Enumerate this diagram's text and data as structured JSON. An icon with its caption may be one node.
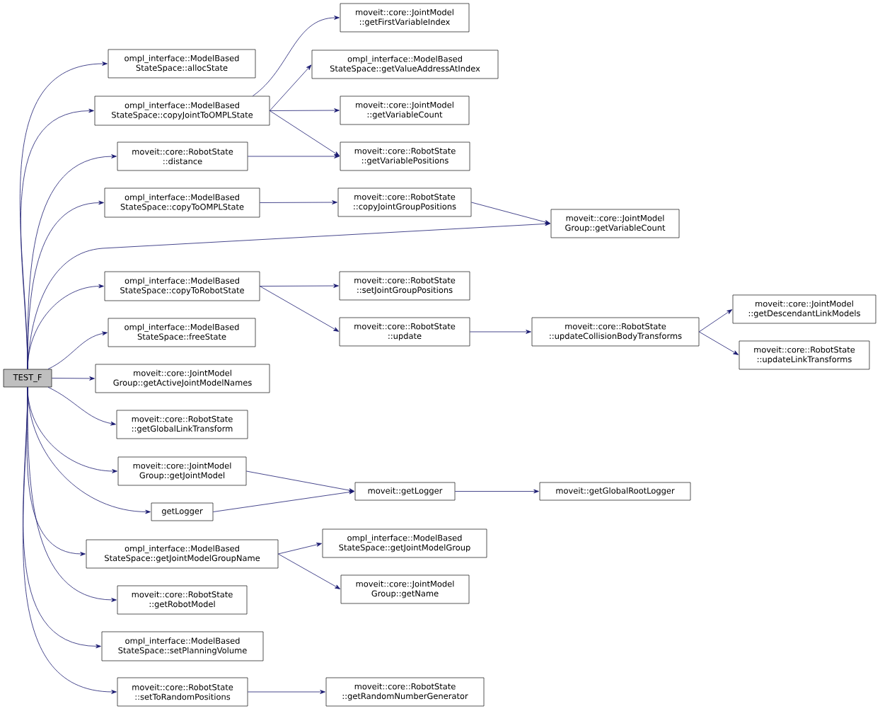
{
  "diagram": {
    "nodes": [
      {
        "text": [
          "TEST_F"
        ]
      },
      {
        "text": [
          "ompl_interface::ModelBased StateSpace::allocState"
        ]
      },
      {
        "text": [
          "ompl_interface::ModelBased StateSpace::copyJointToOMPLState"
        ]
      },
      {
        "text": [
          "moveit::core::RobotState ::distance"
        ]
      },
      {
        "text": [
          "ompl_interface::ModelBased StateSpace::copyToOMPLState"
        ]
      },
      {
        "text": [
          "ompl_interface::ModelBased StateSpace::copyToRobotState"
        ]
      },
      {
        "text": [
          "ompl_interface::ModelBased StateSpace::freeState"
        ]
      },
      {
        "text": [
          "moveit::core::JointModel Group::getActiveJointModelNames"
        ]
      },
      {
        "text": [
          "moveit::core::RobotState ::getGlobalLinkTransform"
        ]
      },
      {
        "text": [
          "moveit::core::JointModel Group::getJointModel"
        ]
      },
      {
        "text": [
          "getLogger"
        ]
      },
      {
        "text": [
          "ompl_interface::ModelBased StateSpace::getJointModelGroupName"
        ]
      },
      {
        "text": [
          "moveit::core::RobotState ::getRobotModel"
        ]
      },
      {
        "text": [
          "ompl_interface::ModelBased StateSpace::setPlanningVolume"
        ]
      },
      {
        "text": [
          "moveit::core::RobotState ::setToRandomPositions"
        ]
      },
      {
        "text": [
          "moveit::core::JointModel ::getFirstVariableIndex"
        ]
      },
      {
        "text": [
          "ompl_interface::ModelBased StateSpace::getValueAddressAtIndex"
        ]
      },
      {
        "text": [
          "moveit::core::JointModel ::getVariableCount"
        ]
      },
      {
        "text": [
          "moveit::core::RobotState ::getVariablePositions"
        ]
      },
      {
        "text": [
          "moveit::core::RobotState ::copyJointGroupPositions"
        ]
      },
      {
        "text": [
          "moveit::core::JointModel Group::getVariableCount"
        ]
      },
      {
        "text": [
          "moveit::core::RobotState ::setJointGroupPositions"
        ]
      },
      {
        "text": [
          "moveit::core::RobotState ::update"
        ]
      },
      {
        "text": [
          "moveit::core::RobotState ::updateCollisionBodyTransforms"
        ]
      },
      {
        "text": [
          "moveit::core::JointModel ::getDescendantLinkModels"
        ]
      },
      {
        "text": [
          "moveit::core::RobotState ::updateLinkTransforms"
        ]
      },
      {
        "text": [
          "moveit::getLogger"
        ]
      },
      {
        "text": [
          "moveit::getGlobalRootLogger"
        ]
      },
      {
        "text": [
          "ompl_interface::ModelBased StateSpace::getJointModelGroup"
        ]
      },
      {
        "text": [
          "moveit::core::JointModel Group::getName"
        ]
      },
      {
        "text": [
          "moveit::core::RobotState ::getRandomNumberGenerator"
        ]
      }
    ],
    "edges": [
      {
        "from": 0,
        "to": 1,
        "arrow": "to"
      },
      {
        "from": 0,
        "to": 2,
        "arrow": "to"
      },
      {
        "from": 0,
        "to": 3,
        "arrow": "to"
      },
      {
        "from": 0,
        "to": 4,
        "arrow": "to"
      },
      {
        "from": 0,
        "to": 5,
        "arrow": "to"
      },
      {
        "from": 0,
        "to": 6,
        "arrow": "to"
      },
      {
        "from": 0,
        "to": 7,
        "arrow": "to"
      },
      {
        "from": 0,
        "to": 8,
        "arrow": "to"
      },
      {
        "from": 0,
        "to": 9,
        "arrow": "to"
      },
      {
        "from": 0,
        "to": 10,
        "arrow": "to"
      },
      {
        "from": 0,
        "to": 11,
        "arrow": "to"
      },
      {
        "from": 0,
        "to": 12,
        "arrow": "to"
      },
      {
        "from": 0,
        "to": 13,
        "arrow": "to"
      },
      {
        "from": 0,
        "to": 14,
        "arrow": "to"
      },
      {
        "from": 0,
        "to": 20,
        "arrow": "to"
      },
      {
        "from": 2,
        "to": 15,
        "arrow": "to"
      },
      {
        "from": 2,
        "to": 16,
        "arrow": "to"
      },
      {
        "from": 2,
        "to": 17,
        "arrow": "to"
      },
      {
        "from": 2,
        "to": 18,
        "arrow": "to"
      },
      {
        "from": 3,
        "to": 18,
        "arrow": "to"
      },
      {
        "from": 4,
        "to": 19,
        "arrow": "to"
      },
      {
        "from": 19,
        "to": 20,
        "arrow": "to"
      },
      {
        "from": 5,
        "to": 21,
        "arrow": "to"
      },
      {
        "from": 5,
        "to": 22,
        "arrow": "to"
      },
      {
        "from": 22,
        "to": 23,
        "arrow": "to"
      },
      {
        "from": 23,
        "to": 24,
        "arrow": "to"
      },
      {
        "from": 23,
        "to": 25,
        "arrow": "to"
      },
      {
        "from": 9,
        "to": 26,
        "arrow": "to"
      },
      {
        "from": 10,
        "to": 26,
        "arrow": "to"
      },
      {
        "from": 26,
        "to": 27,
        "arrow": "to"
      },
      {
        "from": 11,
        "to": 28,
        "arrow": "to"
      },
      {
        "from": 11,
        "to": 29,
        "arrow": "to"
      },
      {
        "from": 14,
        "to": 30,
        "arrow": "to"
      }
    ]
  }
}
